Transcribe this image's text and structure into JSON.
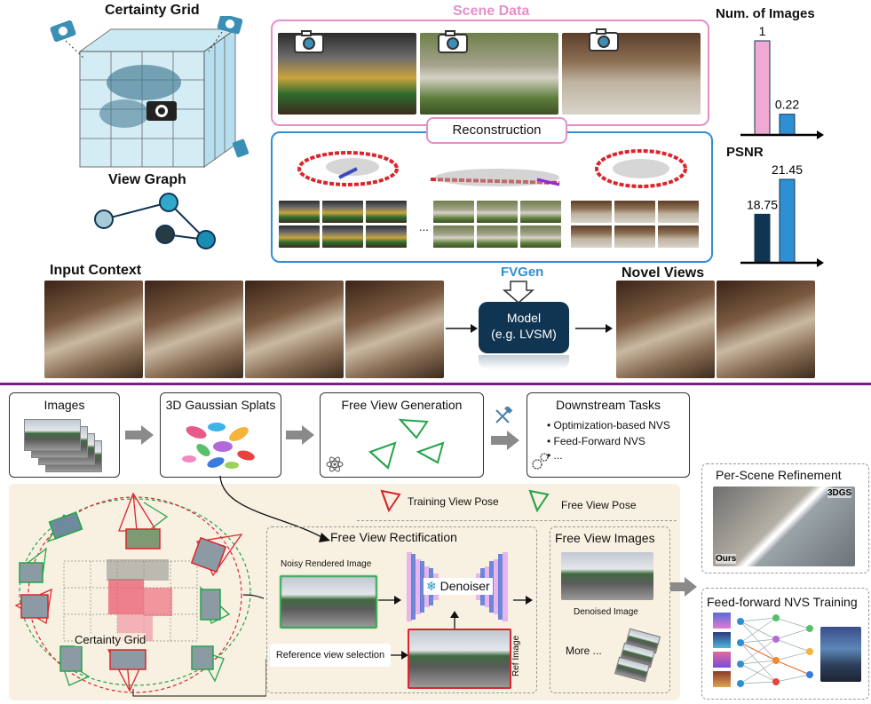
{
  "top": {
    "certainty_grid_title": "Certainty Grid",
    "view_graph_title": "View Graph",
    "scene_data_title": "Scene Data",
    "reconstruction_label": "Reconstruction",
    "ellipsis": "...",
    "input_context_title": "Input Context",
    "fvgen_label": "FVGen",
    "model_line1": "Model",
    "model_line2": "(e.g. LVSM)",
    "novel_views_title": "Novel Views"
  },
  "charts": {
    "num_images_title": "Num. of Images",
    "psnr_title": "PSNR"
  },
  "chart_data": [
    {
      "type": "bar",
      "title": "Num. of Images",
      "categories": [
        "",
        ""
      ],
      "values": [
        1,
        0.22
      ],
      "colors": [
        "#f0a9d4",
        "#2f8fd3"
      ]
    },
    {
      "type": "bar",
      "title": "PSNR",
      "categories": [
        "",
        ""
      ],
      "values": [
        18.75,
        21.45
      ],
      "colors": [
        "#0f3552",
        "#2f8fd3"
      ]
    }
  ],
  "pipeline": {
    "images_title": "Images",
    "splats_title": "3D Gaussian Splats",
    "free_view_gen_title": "Free View Generation",
    "downstream_title": "Downstream Tasks",
    "downstream_items": [
      "Optimization-based NVS",
      "Feed-Forward NVS",
      "..."
    ]
  },
  "bottom": {
    "training_pose_label": "Training View Pose",
    "free_pose_label": "Free View Pose",
    "certainty_grid_label": "Certainty Grid",
    "rectification_title": "Free View Rectification",
    "noisy_image_label": "Noisy Rendered Image",
    "denoiser_label": "Denoiser",
    "reference_selection_label": "Reference view selection",
    "ref_image_label": "Ref Image",
    "free_view_images_title": "Free View Images",
    "denoised_label": "Denoised Image",
    "more_label": "More ...",
    "per_scene_title": "Per-Scene Refinement",
    "tag_3dgs": "3DGS",
    "tag_ours": "Ours",
    "feedforward_title": "Feed-forward NVS Training"
  },
  "colors": {
    "pink": "#e58fc9",
    "blue": "#2f8fd3",
    "navy": "#0f3552",
    "purple_divider": "#7a1f86",
    "red_pose": "#d9262e",
    "green_pose": "#27a34a",
    "cream_bg": "#f8f1e1"
  }
}
